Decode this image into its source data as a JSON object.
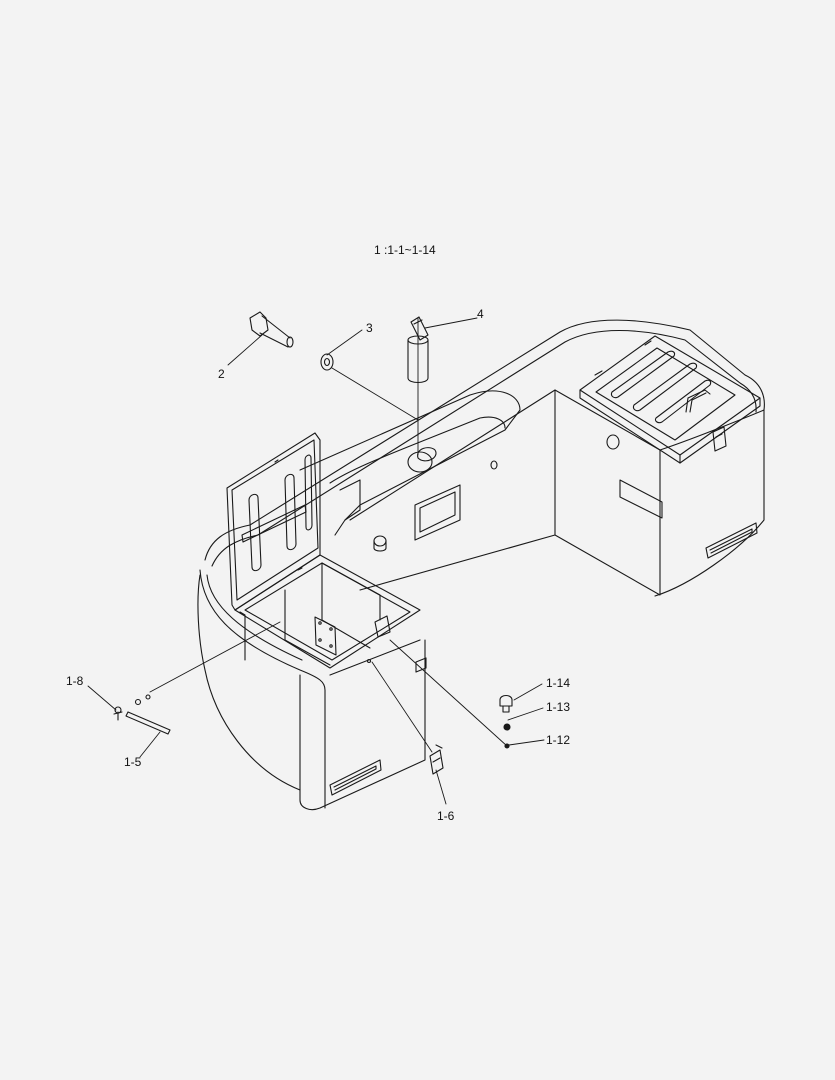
{
  "diagram": {
    "heading": "1 :1-1~1-14",
    "callouts": {
      "c2": "2",
      "c3": "3",
      "c4": "4",
      "c1_8": "1-8",
      "c1_5": "1-5",
      "c1_6": "1-6",
      "c1_14": "1-14",
      "c1_13": "1-13",
      "c1_12": "1-12"
    }
  },
  "colors": {
    "background": "#f3f3f3",
    "line": "#1a1a1a",
    "fill": "#f3f3f3"
  }
}
